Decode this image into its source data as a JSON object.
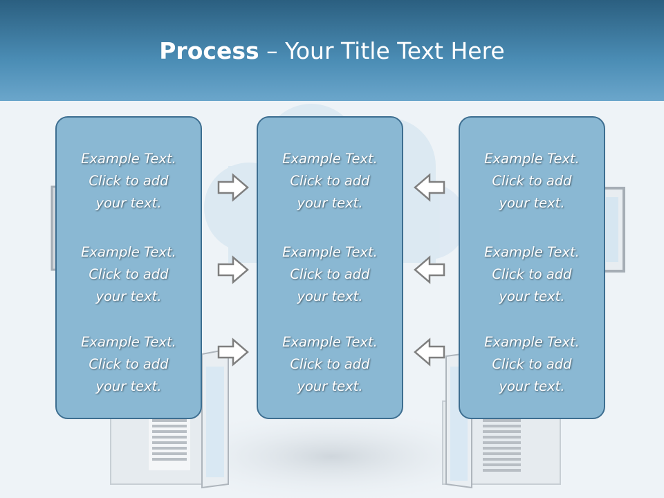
{
  "title": {
    "bold": "Process",
    "rest": " – Your Title Text Here"
  },
  "columns": [
    {
      "items": [
        {
          "line1": "Example Text.",
          "line2": "Click  to add",
          "line3": "your text."
        },
        {
          "line1": "Example Text.",
          "line2": "Click  to add",
          "line3": "your text."
        },
        {
          "line1": "Example Text.",
          "line2": "Click  to add",
          "line3": "your text."
        }
      ]
    },
    {
      "items": [
        {
          "line1": "Example Text.",
          "line2": "Click  to add",
          "line3": "your text."
        },
        {
          "line1": "Example Text.",
          "line2": "Click  to add",
          "line3": "your text."
        },
        {
          "line1": "Example Text.",
          "line2": "Click  to add",
          "line3": "your text."
        }
      ]
    },
    {
      "items": [
        {
          "line1": "Example Text.",
          "line2": "Click  to add",
          "line3": "your text."
        },
        {
          "line1": "Example Text.",
          "line2": "Click  to add",
          "line3": "your text."
        },
        {
          "line1": "Example Text.",
          "line2": "Click  to add",
          "line3": "your text."
        }
      ]
    }
  ],
  "arrows": {
    "left_group": "right-arrow-icon",
    "right_group": "left-arrow-icon"
  },
  "colors": {
    "header": "#3f7fa8",
    "box_fill": "#8ab8d3",
    "box_border": "#3d6e90"
  }
}
